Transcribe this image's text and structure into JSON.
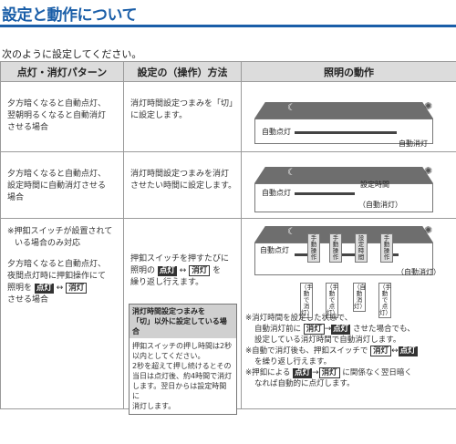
{
  "title": "設定と動作について",
  "intro": "次のように設定してください。",
  "headers": [
    "点灯・消灯パターン",
    "設定の（操作）方法",
    "照明の動作"
  ],
  "rows": [
    {
      "pattern": [
        "夕方暗くなると自動点灯、",
        "翌朝明るくなると自動消灯",
        "させる場合"
      ],
      "method": [
        "消灯時間設定つまみを「切」",
        "に設定します。"
      ],
      "diagram": {
        "on_label": "自動点灯",
        "off_label": "自動消灯"
      }
    },
    {
      "pattern": [
        "夕方暗くなると自動点灯、",
        "設定時間に自動消灯させる",
        "場合"
      ],
      "method": [
        "消灯時間設定つまみを消灯",
        "させたい時間に設定します。"
      ],
      "diagram": {
        "on_label": "自動点灯",
        "time_label": "設定時間",
        "off_label": "（自動消灯）"
      }
    },
    {
      "pattern_note": [
        "※押釦スイッチが設置されて",
        "いる場合のみ対応"
      ],
      "pattern": [
        "夕方暗くなると自動点灯、",
        "夜間点灯時に押釦操作にて",
        "照明を"
      ],
      "pattern_tail": "させる場合",
      "tag_on": "点灯",
      "tag_off": "消灯",
      "method": [
        "押釦スイッチを押すたびに",
        "照明の"
      ],
      "method_tail": "を",
      "method_last": "繰り返し行えます。",
      "note_head": [
        "消灯時間設定つまみを",
        "「切」以外に設定している場合"
      ],
      "note_body": [
        "押釦スイッチの押し時間は2秒",
        "以内としてください。",
        "2秒を超えて押し続けるとその",
        "当日は点灯後、約4時間で消灯",
        "します。翌日からは設定時間に",
        "消灯します。"
      ],
      "diagram": {
        "on_label": "自動点灯",
        "off_label": "（自動消灯）",
        "ops": [
          "手動操作",
          "手動操作",
          "設定時間",
          "手動操作"
        ],
        "bottoms": [
          "（手動で消灯）",
          "（手動で点灯）",
          "（自動消灯）",
          "（手動で点灯）"
        ]
      },
      "notes": [
        "※消灯時間を設定した状態で、",
        "自動消灯前に",
        "させた場合でも、",
        "設定している消灯時間で自動消灯します。",
        "※自動で消灯後も、押釦スイッチで",
        "を繰り返し行えます。",
        "※押釦による",
        "に関係なく翌日暗く",
        "なれば自動的に点灯します。"
      ]
    }
  ]
}
